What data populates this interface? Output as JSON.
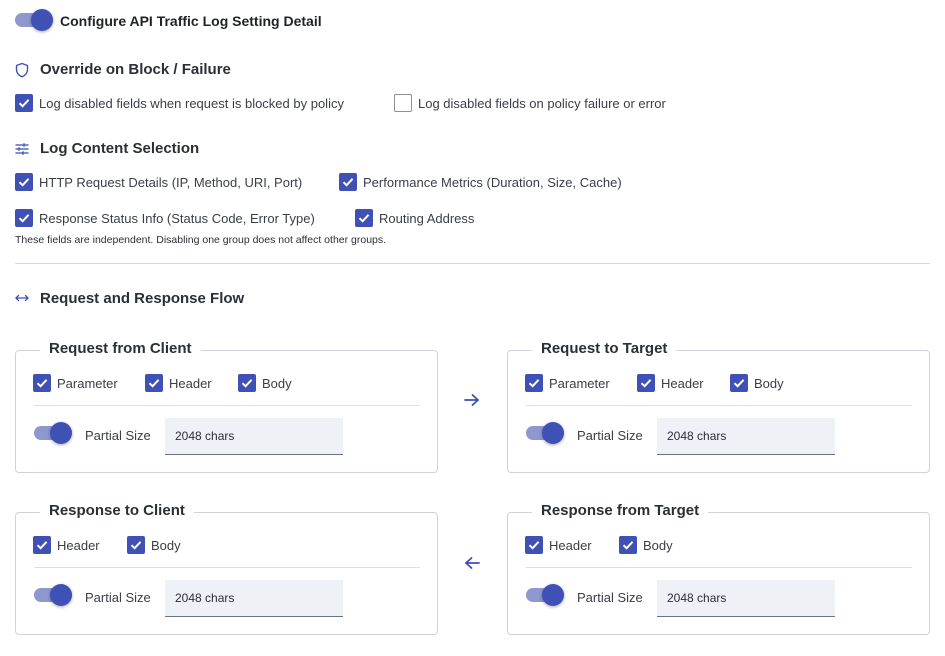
{
  "header": {
    "title": "Configure API Traffic Log Setting Detail",
    "enabled": true
  },
  "override": {
    "title": "Override on Block / Failure",
    "icon": "shield-icon",
    "options": [
      {
        "label": "Log disabled fields when request is blocked by policy",
        "checked": true
      },
      {
        "label": "Log disabled fields on policy failure or error",
        "checked": false
      }
    ]
  },
  "content": {
    "title": "Log Content Selection",
    "icon": "sliders-icon",
    "options": [
      {
        "label": "HTTP Request Details (IP, Method, URI, Port)",
        "checked": true
      },
      {
        "label": "Performance Metrics (Duration, Size, Cache)",
        "checked": true
      },
      {
        "label": "Response Status Info (Status Code, Error Type)",
        "checked": true
      },
      {
        "label": "Routing Address",
        "checked": true
      }
    ],
    "hint": "These fields are independent. Disabling one group does not affect other groups."
  },
  "flow": {
    "title": "Request and Response Flow",
    "icon": "bidirectional-arrow-icon",
    "partial_size_label": "Partial Size",
    "cards": {
      "request_from_client": {
        "title": "Request from Client",
        "options": [
          "Parameter",
          "Header",
          "Body"
        ],
        "partial_enabled": true,
        "partial_value": "2048 chars"
      },
      "request_to_target": {
        "title": "Request to Target",
        "options": [
          "Parameter",
          "Header",
          "Body"
        ],
        "partial_enabled": true,
        "partial_value": "2048 chars"
      },
      "response_to_client": {
        "title": "Response to Client",
        "options": [
          "Header",
          "Body"
        ],
        "partial_enabled": true,
        "partial_value": "2048 chars"
      },
      "response_from_target": {
        "title": "Response from Target",
        "options": [
          "Header",
          "Body"
        ],
        "partial_enabled": true,
        "partial_value": "2048 chars"
      }
    }
  },
  "colors": {
    "accent": "#3f51b5",
    "track": "#8e98cf",
    "input_bg": "#eef1f6"
  }
}
